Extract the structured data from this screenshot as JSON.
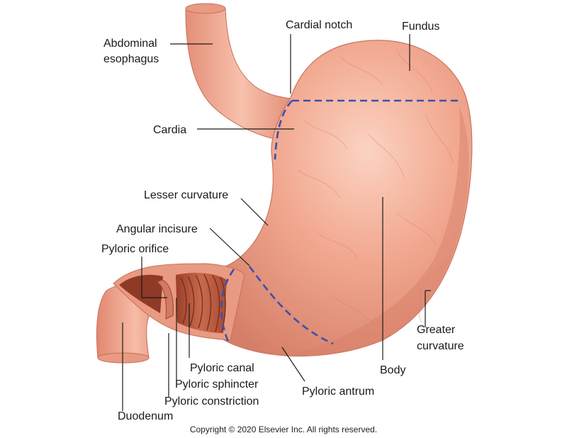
{
  "labels": {
    "abdominal_esophagus_1": "Abdominal",
    "abdominal_esophagus_2": "esophagus",
    "cardial_notch": "Cardial notch",
    "fundus": "Fundus",
    "cardia": "Cardia",
    "lesser_curvature": "Lesser curvature",
    "angular_incisure": "Angular incisure",
    "pyloric_orifice": "Pyloric orifice",
    "greater_curvature_1": "Greater",
    "greater_curvature_2": "curvature",
    "body": "Body",
    "pyloric_canal": "Pyloric canal",
    "pyloric_sphincter": "Pyloric sphincter",
    "pyloric_constriction": "Pyloric constriction",
    "pyloric_antrum": "Pyloric antrum",
    "duodenum": "Duodenum"
  },
  "copyright": "Copyright © 2020 Elsevier Inc. All rights reserved.",
  "colors": {
    "stomach_fill": "#f0a48e",
    "stomach_shadow": "#d9826c",
    "stomach_highlight": "#f9c6b3",
    "mucosa": "#b8563c",
    "region_divider": "#3a4fb0"
  }
}
